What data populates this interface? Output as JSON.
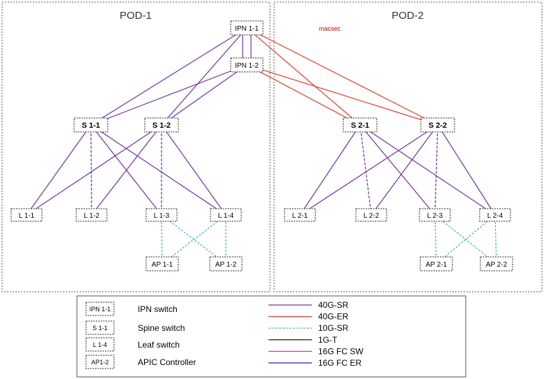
{
  "pods": [
    {
      "id": "pod1",
      "title": "POD-1"
    },
    {
      "id": "pod2",
      "title": "POD-2"
    }
  ],
  "annotation": "macsec",
  "nodes": [
    {
      "id": "ipn11",
      "label": "IPN 1-1",
      "kind": "ipn"
    },
    {
      "id": "ipn12",
      "label": "IPN 1-2",
      "kind": "ipn"
    },
    {
      "id": "s11",
      "label": "S 1-1",
      "kind": "spine"
    },
    {
      "id": "s12",
      "label": "S 1-2",
      "kind": "spine"
    },
    {
      "id": "s21",
      "label": "S 2-1",
      "kind": "spine"
    },
    {
      "id": "s22",
      "label": "S 2-2",
      "kind": "spine"
    },
    {
      "id": "l11",
      "label": "L 1-1",
      "kind": "leaf"
    },
    {
      "id": "l12",
      "label": "L 1-2",
      "kind": "leaf"
    },
    {
      "id": "l13",
      "label": "L 1-3",
      "kind": "leaf"
    },
    {
      "id": "l14",
      "label": "L 1-4",
      "kind": "leaf"
    },
    {
      "id": "l21",
      "label": "L 2-1",
      "kind": "leaf"
    },
    {
      "id": "l22",
      "label": "L 2-2",
      "kind": "leaf"
    },
    {
      "id": "l23",
      "label": "L 2-3",
      "kind": "leaf"
    },
    {
      "id": "l24",
      "label": "L 2-4",
      "kind": "leaf"
    },
    {
      "id": "ap11",
      "label": "AP 1-1",
      "kind": "apic"
    },
    {
      "id": "ap12",
      "label": "AP 1-2",
      "kind": "apic"
    },
    {
      "id": "ap21",
      "label": "AP 2-1",
      "kind": "apic"
    },
    {
      "id": "ap22",
      "label": "AP 2-2",
      "kind": "apic"
    }
  ],
  "links": [
    {
      "from": "ipn11",
      "to": "ipn12",
      "type": "40G-SR"
    },
    {
      "from": "ipn11",
      "to": "ipn12",
      "type": "40G-SR"
    },
    {
      "from": "ipn11",
      "to": "s11",
      "type": "40G-SR"
    },
    {
      "from": "ipn11",
      "to": "s12",
      "type": "40G-SR"
    },
    {
      "from": "ipn12",
      "to": "s11",
      "type": "40G-SR"
    },
    {
      "from": "ipn12",
      "to": "s12",
      "type": "40G-SR"
    },
    {
      "from": "ipn11",
      "to": "s21",
      "type": "40G-ER"
    },
    {
      "from": "ipn11",
      "to": "s22",
      "type": "40G-ER"
    },
    {
      "from": "ipn12",
      "to": "s21",
      "type": "40G-ER"
    },
    {
      "from": "ipn12",
      "to": "s22",
      "type": "40G-ER"
    },
    {
      "from": "s11",
      "to": "l11",
      "type": "40G-SR"
    },
    {
      "from": "s11",
      "to": "l12",
      "type": "40G-SR"
    },
    {
      "from": "s11",
      "to": "l13",
      "type": "40G-SR"
    },
    {
      "from": "s11",
      "to": "l14",
      "type": "40G-SR"
    },
    {
      "from": "s12",
      "to": "l11",
      "type": "40G-SR"
    },
    {
      "from": "s12",
      "to": "l12",
      "type": "40G-SR"
    },
    {
      "from": "s12",
      "to": "l13",
      "type": "40G-SR"
    },
    {
      "from": "s12",
      "to": "l14",
      "type": "40G-SR"
    },
    {
      "from": "s21",
      "to": "l21",
      "type": "40G-SR"
    },
    {
      "from": "s21",
      "to": "l22",
      "type": "40G-SR"
    },
    {
      "from": "s21",
      "to": "l23",
      "type": "40G-SR"
    },
    {
      "from": "s21",
      "to": "l24",
      "type": "40G-SR"
    },
    {
      "from": "s22",
      "to": "l21",
      "type": "40G-SR"
    },
    {
      "from": "s22",
      "to": "l22",
      "type": "40G-SR"
    },
    {
      "from": "s22",
      "to": "l23",
      "type": "40G-SR"
    },
    {
      "from": "s22",
      "to": "l24",
      "type": "40G-SR"
    },
    {
      "from": "l13",
      "to": "ap11",
      "type": "10G-SR"
    },
    {
      "from": "l13",
      "to": "ap12",
      "type": "10G-SR"
    },
    {
      "from": "l14",
      "to": "ap11",
      "type": "10G-SR"
    },
    {
      "from": "l14",
      "to": "ap12",
      "type": "10G-SR"
    },
    {
      "from": "l23",
      "to": "ap21",
      "type": "10G-SR"
    },
    {
      "from": "l23",
      "to": "ap22",
      "type": "10G-SR"
    },
    {
      "from": "l24",
      "to": "ap21",
      "type": "10G-SR"
    },
    {
      "from": "l24",
      "to": "ap22",
      "type": "10G-SR"
    }
  ],
  "legend": {
    "devices": [
      {
        "box": "IPN 1-1",
        "text": "IPN switch"
      },
      {
        "box": "S 1-1",
        "text": "Spine switch"
      },
      {
        "box": "L 1-4",
        "text": "Leaf switch"
      },
      {
        "box": "AP1-2",
        "text": "APIC Controller"
      }
    ],
    "link_types": [
      {
        "name": "40G-SR",
        "color": "#7030a0"
      },
      {
        "name": "40G-ER",
        "color": "#e03c31"
      },
      {
        "name": "10G-SR",
        "color": "#4bacc6"
      },
      {
        "name": "1G-T",
        "color": "#000000"
      },
      {
        "name": "16G FC SW",
        "color": "#cc33cc"
      },
      {
        "name": "16G FC ER",
        "color": "#1f1fbf"
      }
    ]
  }
}
